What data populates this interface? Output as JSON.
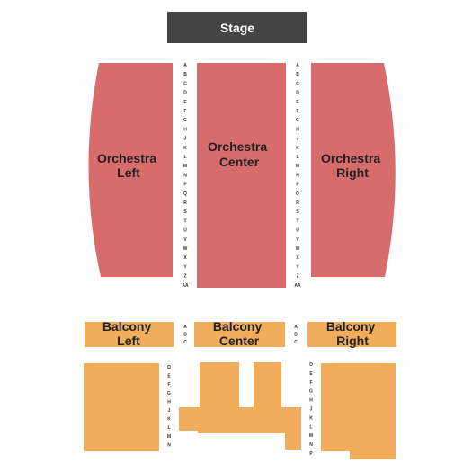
{
  "stage": {
    "label": "Stage"
  },
  "colors": {
    "stage": "#444444",
    "orchestra": "#d86c6c",
    "balcony": "#f2ad5c",
    "background": "#ffffff"
  },
  "sections": {
    "orchestra_left": {
      "line1": "Orchestra",
      "line2": "Left"
    },
    "orchestra_center": {
      "line1": "Orchestra",
      "line2": "Center"
    },
    "orchestra_right": {
      "line1": "Orchestra",
      "line2": "Right"
    },
    "balcony_left": {
      "line1": "Balcony",
      "line2": "Left"
    },
    "balcony_center": {
      "line1": "Balcony",
      "line2": "Center"
    },
    "balcony_right": {
      "line1": "Balcony",
      "line2": "Right"
    }
  },
  "rows": {
    "orchestra": [
      "A",
      "B",
      "C",
      "D",
      "E",
      "F",
      "G",
      "H",
      "J",
      "K",
      "L",
      "M",
      "N",
      "P",
      "Q",
      "R",
      "S",
      "T",
      "U",
      "V",
      "W",
      "X",
      "Y",
      "Z",
      "AA"
    ],
    "balcony_front": [
      "A",
      "B",
      "C"
    ],
    "balcony_rear_left": [
      "D",
      "E",
      "F",
      "G",
      "H",
      "J",
      "K",
      "L",
      "M",
      "N"
    ],
    "balcony_rear_right": [
      "D",
      "E",
      "F",
      "G",
      "H",
      "J",
      "K",
      "L",
      "M",
      "N",
      "P"
    ]
  }
}
